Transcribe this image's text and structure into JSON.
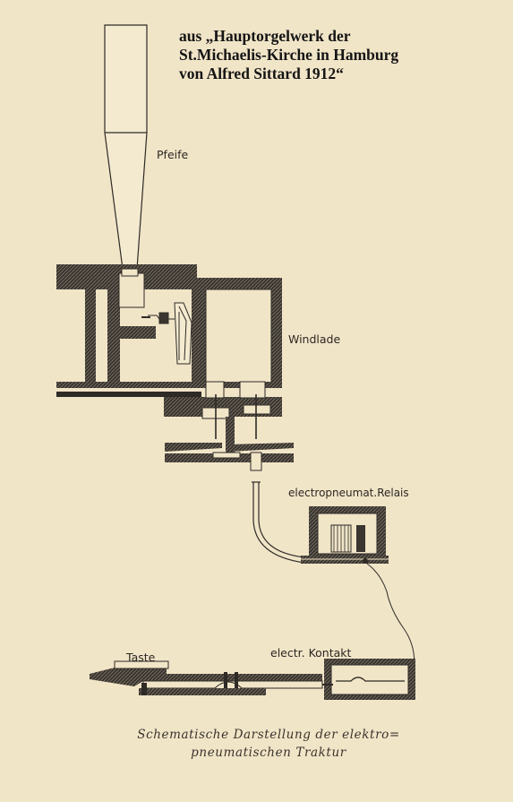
{
  "header": {
    "line1": "aus „Hauptorgelwerk der",
    "line2": "St.Michaelis-Kirche in Hamburg",
    "line3": "von Alfred Sittard 1912“"
  },
  "labels": {
    "pfeife": "Pfeife",
    "windlade": "Windlade",
    "relais": "electropneumat.Relais",
    "taste": "Taste",
    "kontakt": "electr. Kontakt"
  },
  "caption": {
    "line1": "Schematische Darstellung der elektro=",
    "line2": "pneumatischen Traktur"
  },
  "colors": {
    "paper": "#f1e5c8",
    "ink": "#2e2a26"
  }
}
